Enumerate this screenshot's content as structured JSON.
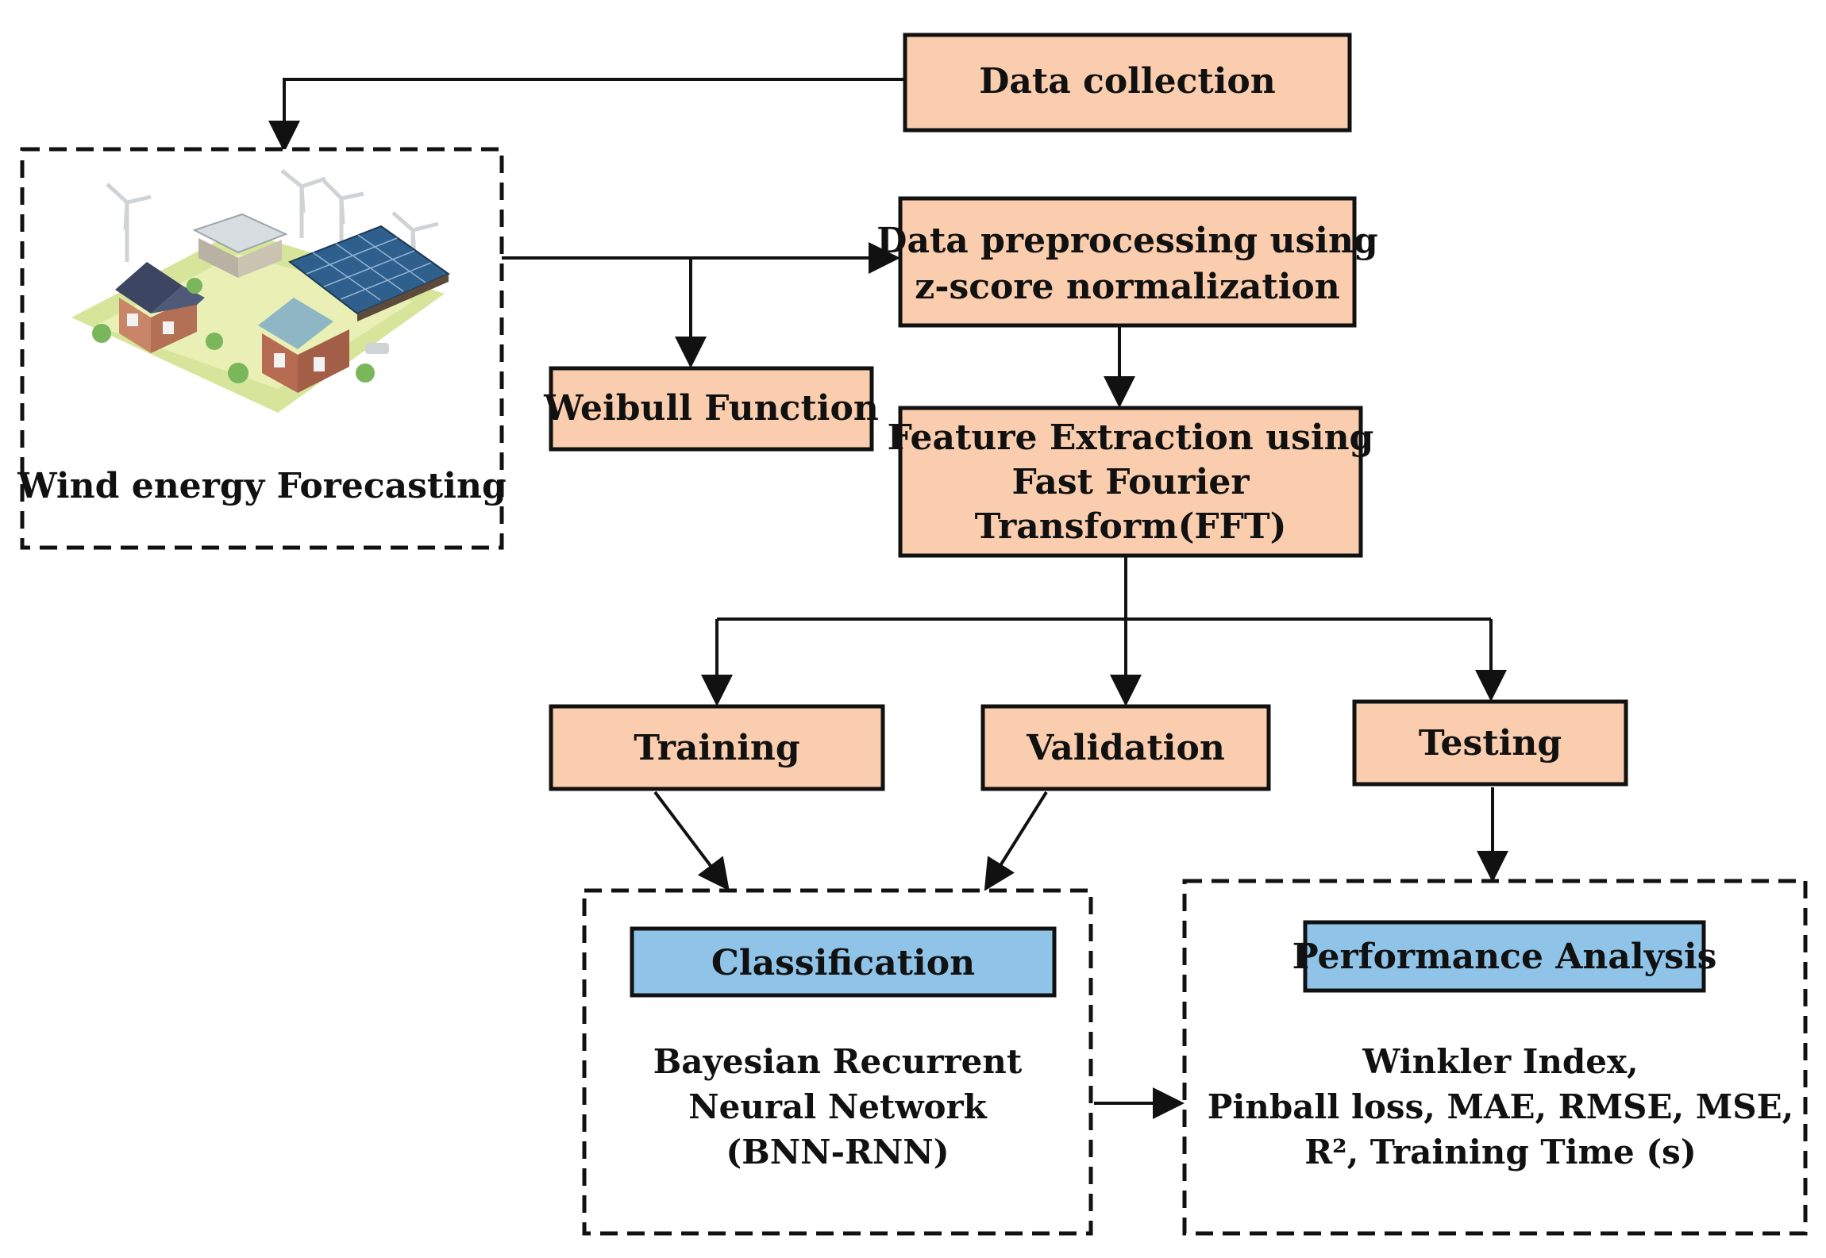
{
  "colors": {
    "process_fill": "#f9cdad",
    "highlight_fill": "#8fc4e8",
    "stroke": "#111111",
    "container_fill": "#ffffff"
  },
  "nodes": {
    "data_collection": "Data collection",
    "preprocessing": [
      "Data preprocessing using",
      "z-score normalization"
    ],
    "weibull": "Weibull Function",
    "feature_extraction": [
      "Feature Extraction using",
      "Fast Fourier",
      "Transform(FFT)"
    ],
    "training": "Training",
    "validation": "Validation",
    "testing": "Testing",
    "wind_forecasting": "Wind energy Forecasting",
    "classification": "Classification",
    "classification_body": [
      "Bayesian Recurrent",
      "Neural Network",
      "(BNN-RNN)"
    ],
    "performance": "Performance Analysis",
    "performance_body": [
      "Winkler Index,",
      "Pinball loss, MAE, RMSE, MSE,",
      "R², Training Time (s)"
    ]
  },
  "icons": {
    "wind_illustration": "wind-farm-house-solar-illustration"
  }
}
